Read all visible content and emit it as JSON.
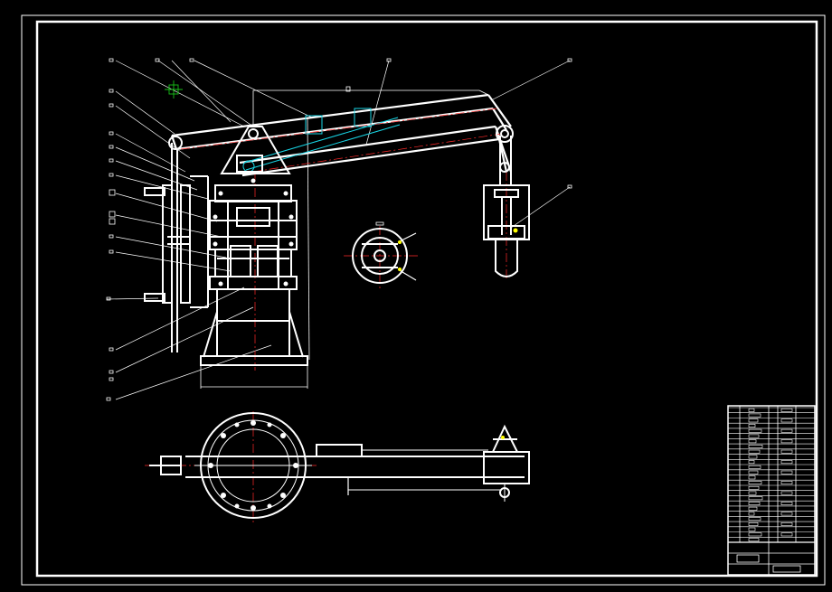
{
  "drawing": {
    "background": "#000000",
    "line_color": "#ffffff",
    "centerline_color": "#ff2a2a",
    "accent_cyan": "#18d6e6",
    "accent_yellow": "#ffff00",
    "accent_green": "#18c018"
  },
  "views": {
    "front": "robot-arm-front-elevation",
    "detail": "gripper-ring-detail",
    "plan": "robot-arm-plan-view"
  },
  "title_block": {
    "parts_list_rows": 26
  }
}
